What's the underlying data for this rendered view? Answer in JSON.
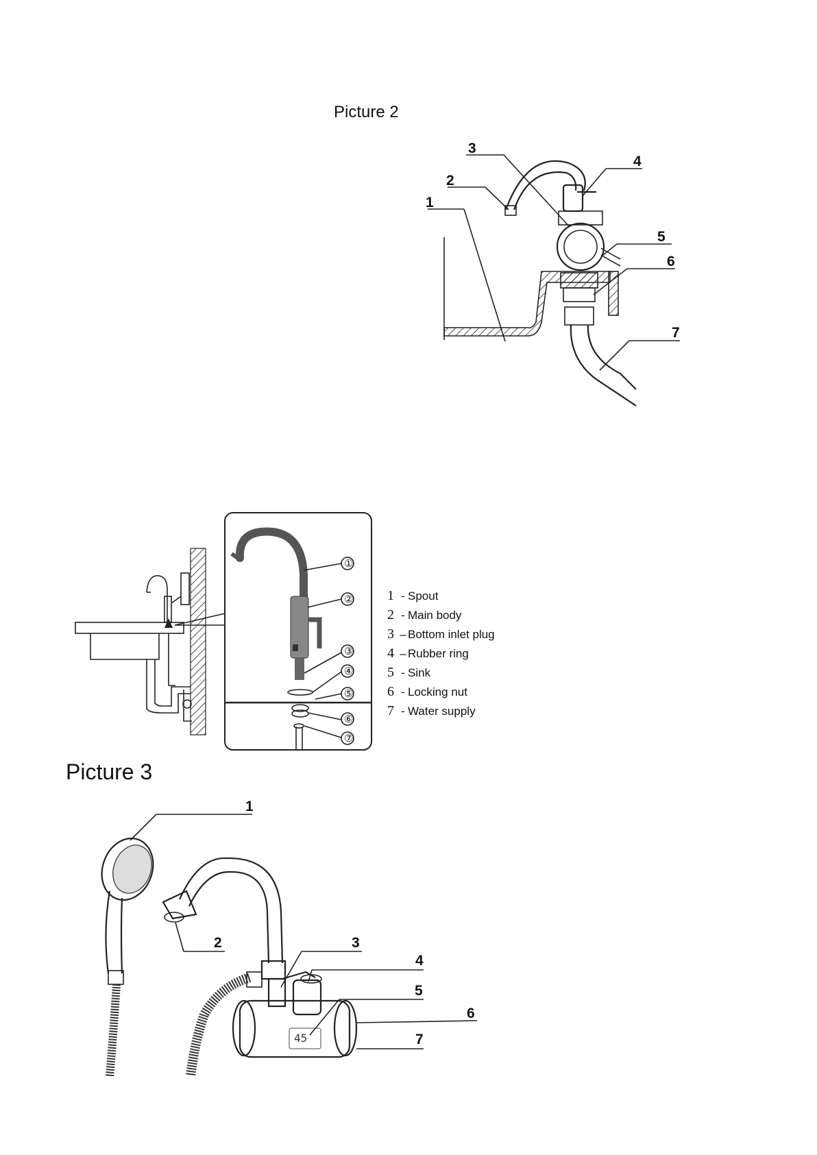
{
  "picture2": {
    "title": "Picture 2",
    "labels": [
      "1",
      "2",
      "3",
      "4",
      "5",
      "6",
      "7"
    ]
  },
  "inset": {
    "circled": [
      "①",
      "②",
      "③",
      "④",
      "⑤",
      "⑥",
      "⑦"
    ],
    "legend": [
      {
        "num": "1",
        "sep": "-",
        "text": "Spout"
      },
      {
        "num": "2",
        "sep": "-",
        "text": "Main body"
      },
      {
        "num": "3",
        "sep": "–",
        "text": "Bottom inlet plug"
      },
      {
        "num": "4",
        "sep": "–",
        "text": "Rubber ring"
      },
      {
        "num": "5",
        "sep": "-",
        "text": "Sink"
      },
      {
        "num": "6",
        "sep": "-",
        "text": "Locking nut"
      },
      {
        "num": "7",
        "sep": "-",
        "text": "Water supply"
      }
    ]
  },
  "picture3": {
    "title": "Picture 3",
    "labels": [
      "1",
      "2",
      "3",
      "4",
      "5",
      "6",
      "7"
    ],
    "display_reading": "45"
  }
}
